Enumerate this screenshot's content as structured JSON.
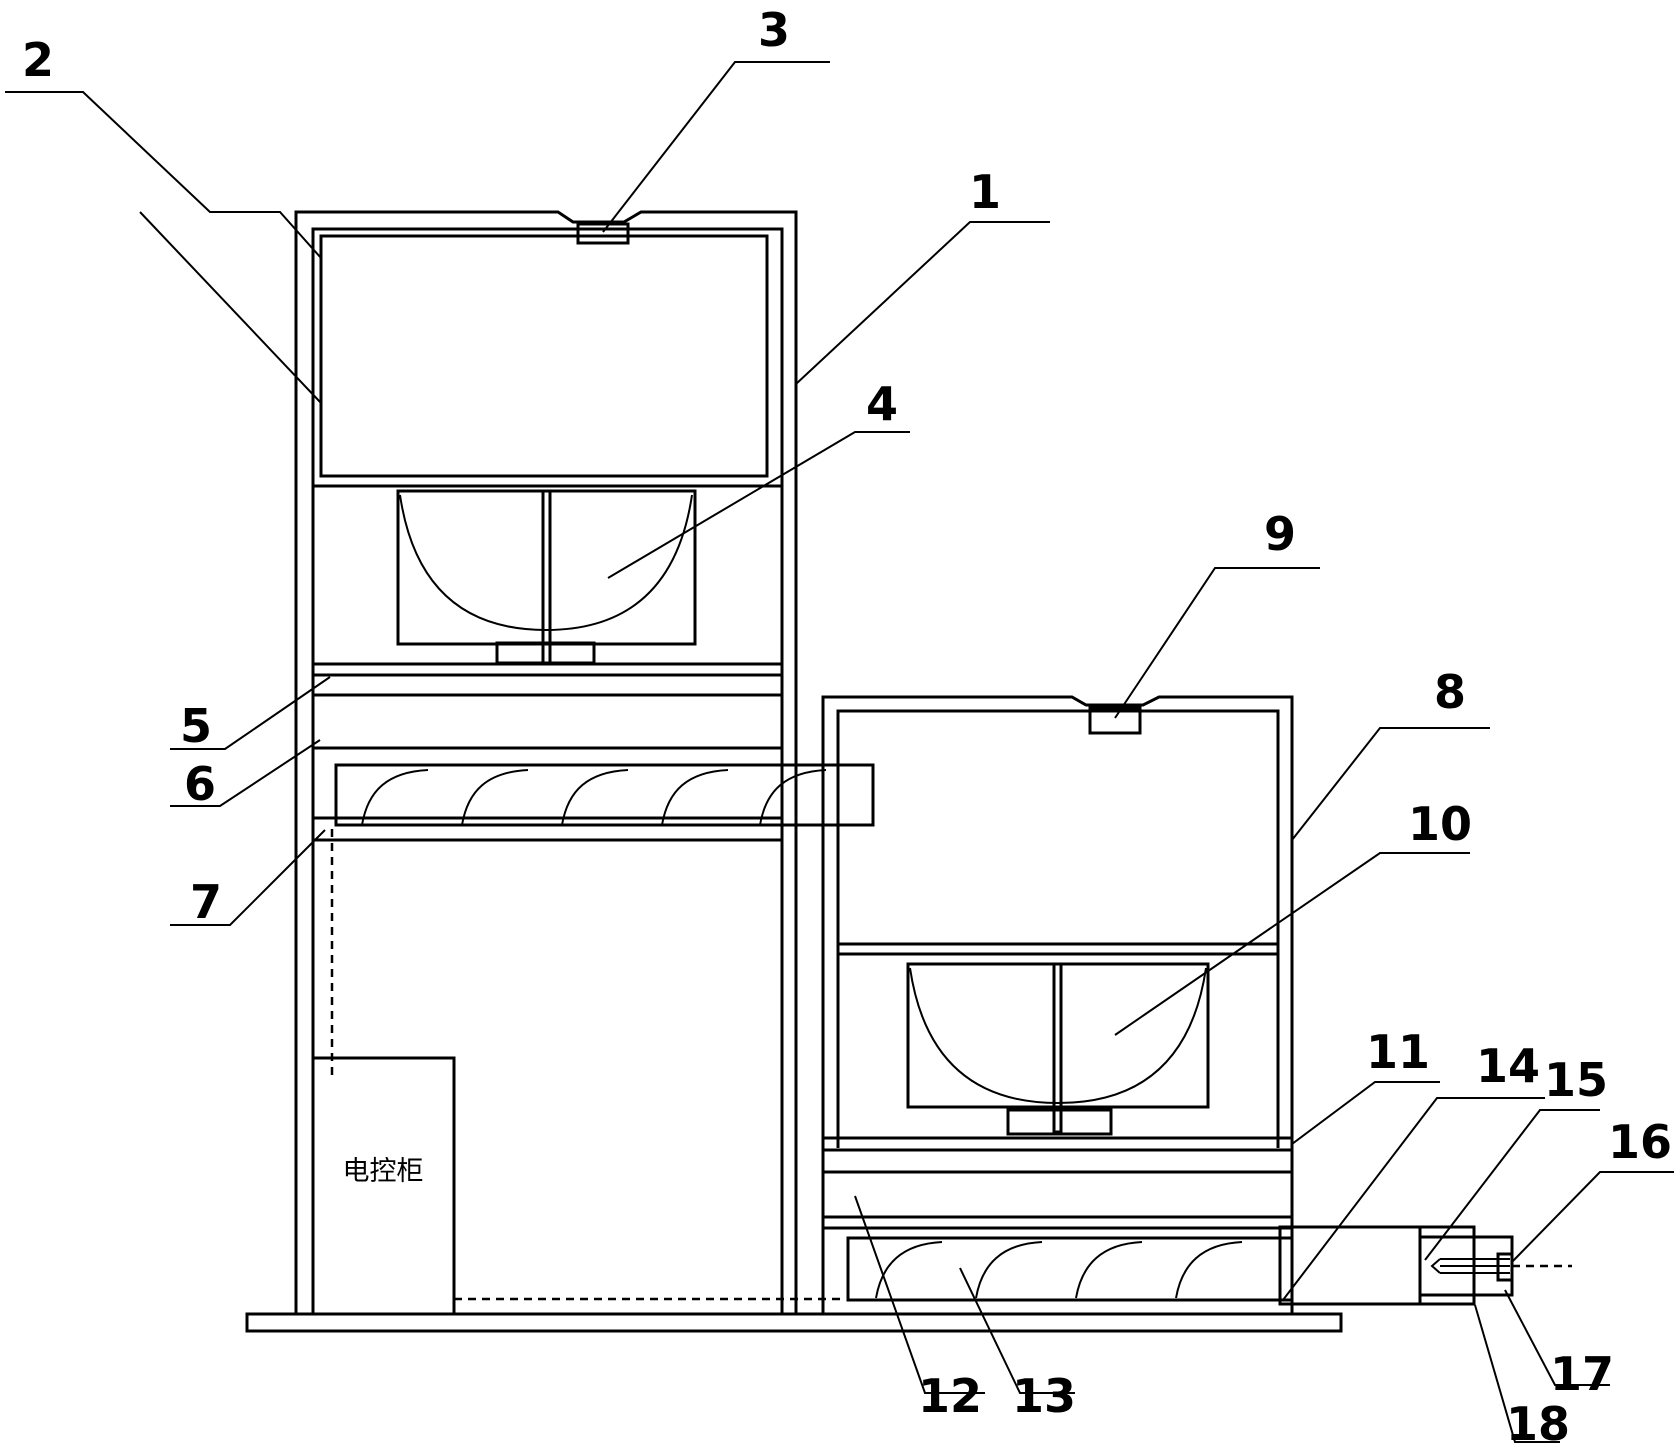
{
  "labels": {
    "l1": "1",
    "l2": "2",
    "l3": "3",
    "l4": "4",
    "l5": "5",
    "l6": "6",
    "l7": "7",
    "l8": "8",
    "l9": "9",
    "l10": "10",
    "l11": "11",
    "l12": "12",
    "l13": "13",
    "l14": "14",
    "l15": "15",
    "l16": "16",
    "l17": "17",
    "l18": "18"
  },
  "cabinet_text": "电控柜"
}
